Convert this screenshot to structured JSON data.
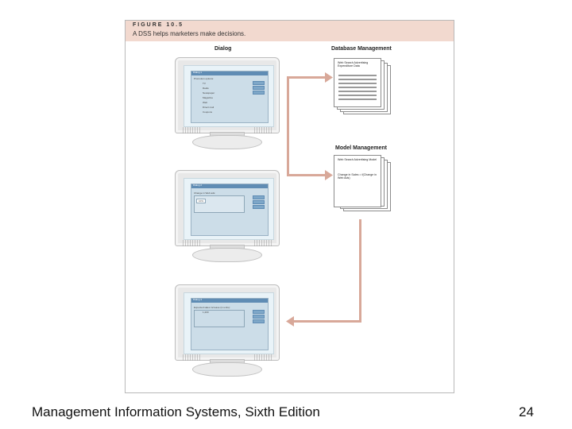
{
  "figure": {
    "number": "FIGURE 10.5",
    "caption": "A DSS helps marketers make decisions."
  },
  "labels": {
    "dialog": "Dialog",
    "database_management": "Database Management",
    "model_management": "Model Management"
  },
  "monitors": [
    {
      "window_title": "Dialog 1",
      "options_header": "Promotion options:",
      "options": [
        "TV",
        "Radio",
        "Newspaper",
        "Magazine",
        "Web",
        "Direct mail",
        "Coupons"
      ],
      "buttons": 3
    },
    {
      "window_title": "Dialog 2",
      "field_label": "Change in Web ads:",
      "field_value": "10%",
      "buttons": 3
    },
    {
      "window_title": "Dialog 3",
      "result_label": "Expected sales increase (in units):",
      "result_value": "1,200",
      "buttons": 3
    }
  ],
  "documents": {
    "database": {
      "title": "Web Search Advertising Expenditure Data"
    },
    "model": {
      "title": "Web Search Advertising Model",
      "body": "Change in Sales = f(Change in Web Ads)"
    }
  },
  "colors": {
    "header_band": "#f2d9cf",
    "arrow": "#d8a899",
    "window_title_bar": "#5f8cb4"
  },
  "footer": {
    "text": "Management Information Systems, Sixth Edition",
    "page_number": "24"
  }
}
